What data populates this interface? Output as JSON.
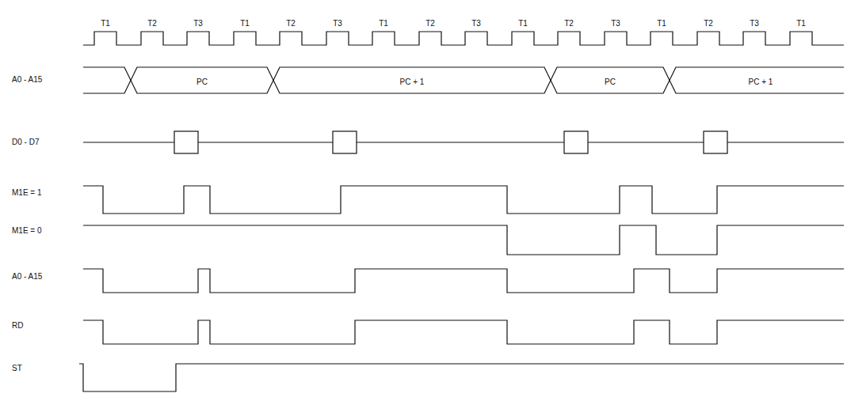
{
  "diagram": {
    "labels": [
      "T1",
      "T2",
      "T3",
      "T1",
      "T2",
      "T3",
      "T1",
      "T2",
      "T3",
      "T1",
      "T2",
      "T3",
      "T1",
      "T2",
      "T3",
      "T1",
      "A0 - A15",
      "PC",
      "PC + 1",
      "PC",
      "PC + 1",
      "D0 - D7",
      "M1E = 1",
      "M1E = 0",
      "A0 - A15",
      "RD",
      "ST"
    ]
  }
}
